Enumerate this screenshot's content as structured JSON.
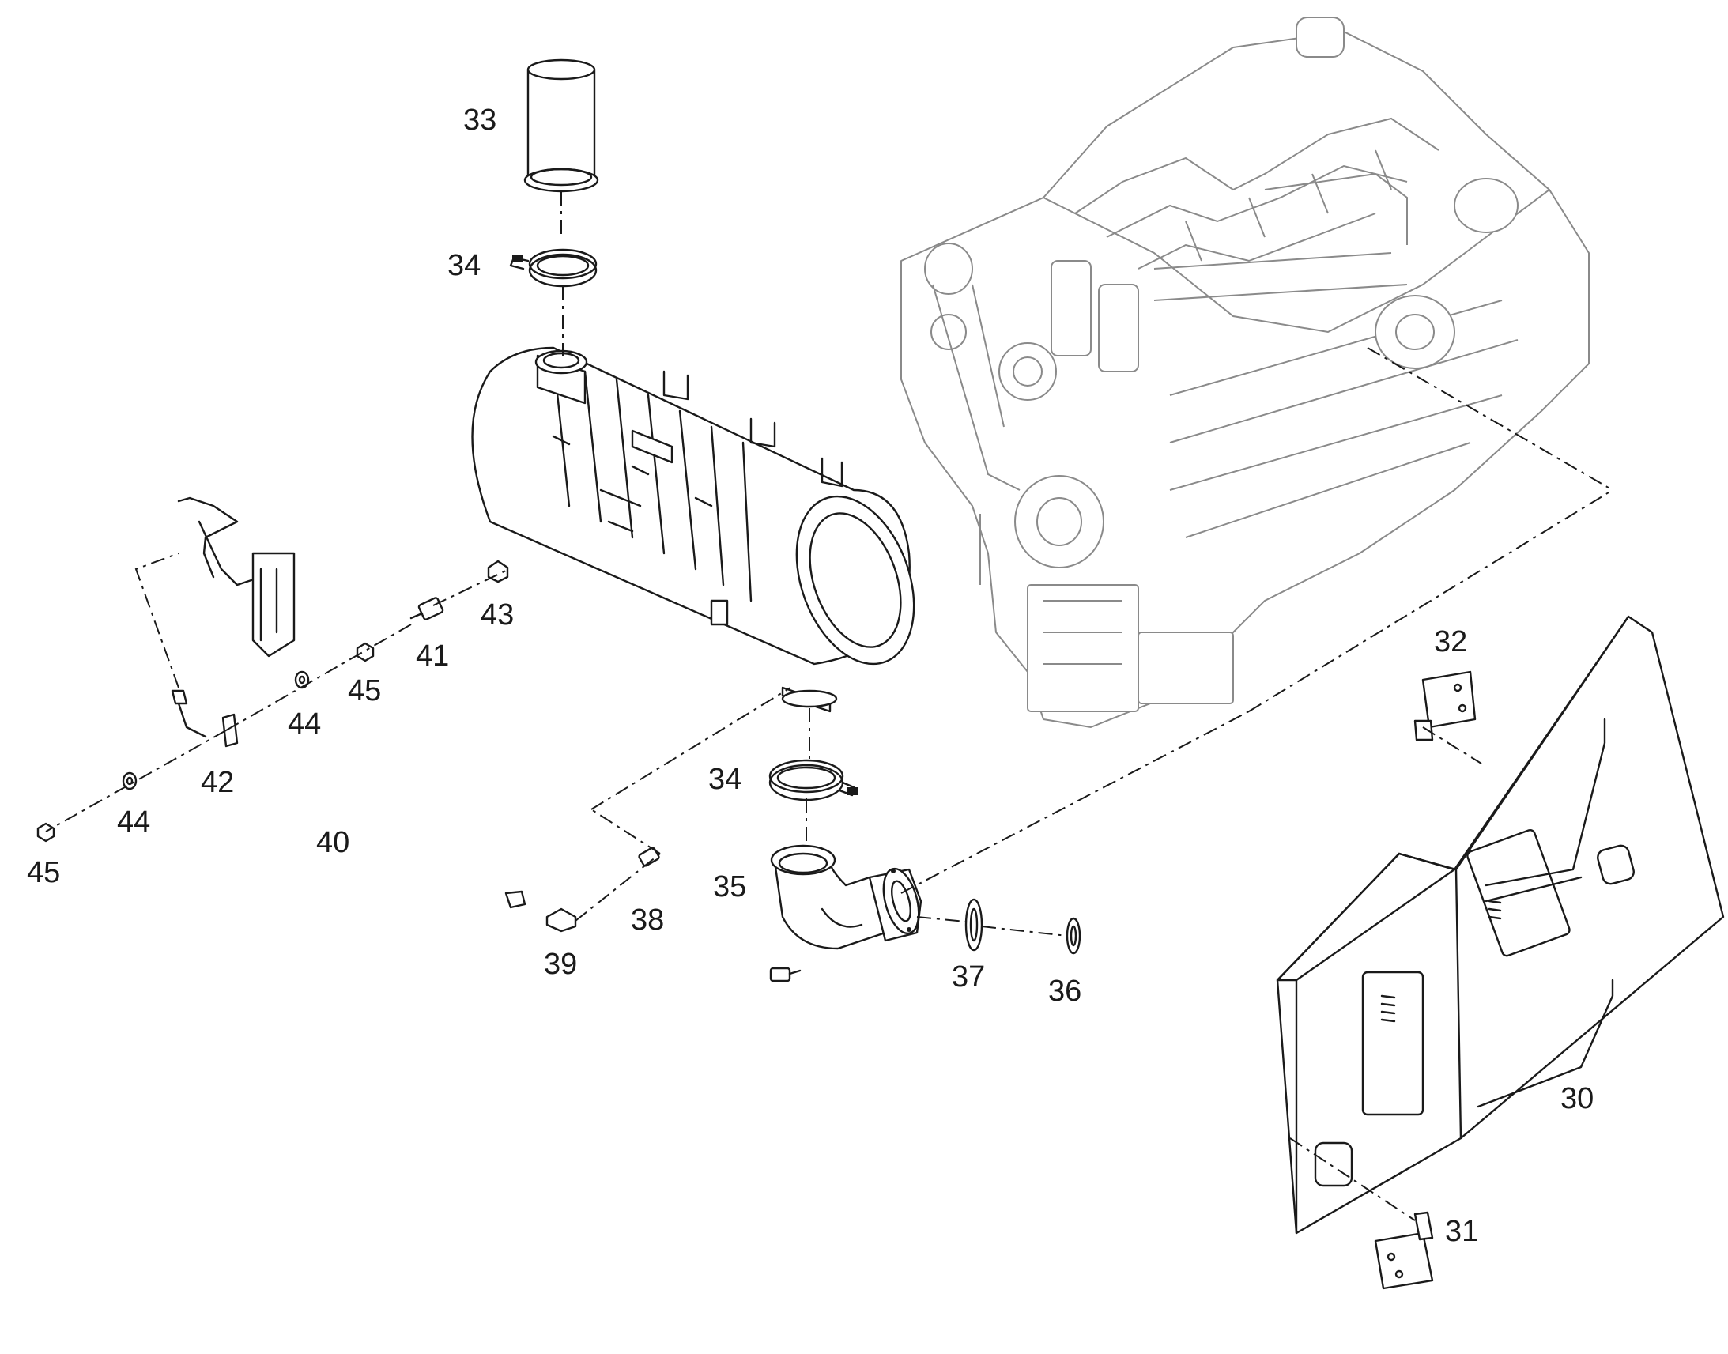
{
  "callouts": [
    {
      "key": "c33",
      "label": "33"
    },
    {
      "key": "c34a",
      "label": "34"
    },
    {
      "key": "c34b",
      "label": "34"
    },
    {
      "key": "c35",
      "label": "35"
    },
    {
      "key": "c36",
      "label": "36"
    },
    {
      "key": "c37",
      "label": "37"
    },
    {
      "key": "c38",
      "label": "38"
    },
    {
      "key": "c39",
      "label": "39"
    },
    {
      "key": "c40",
      "label": "40"
    },
    {
      "key": "c41",
      "label": "41"
    },
    {
      "key": "c42",
      "label": "42"
    },
    {
      "key": "c43",
      "label": "43"
    },
    {
      "key": "c44a",
      "label": "44"
    },
    {
      "key": "c44b",
      "label": "44"
    },
    {
      "key": "c45a",
      "label": "45"
    },
    {
      "key": "c45b",
      "label": "45"
    },
    {
      "key": "c30",
      "label": "30"
    },
    {
      "key": "c31",
      "label": "31"
    },
    {
      "key": "c32",
      "label": "32"
    }
  ],
  "icons": [
    "engine-icon",
    "muffler-icon",
    "filter-element-icon",
    "clamp-icon",
    "elbow-pipe-icon",
    "tube-icon",
    "panel-icon",
    "hinge-icon"
  ]
}
